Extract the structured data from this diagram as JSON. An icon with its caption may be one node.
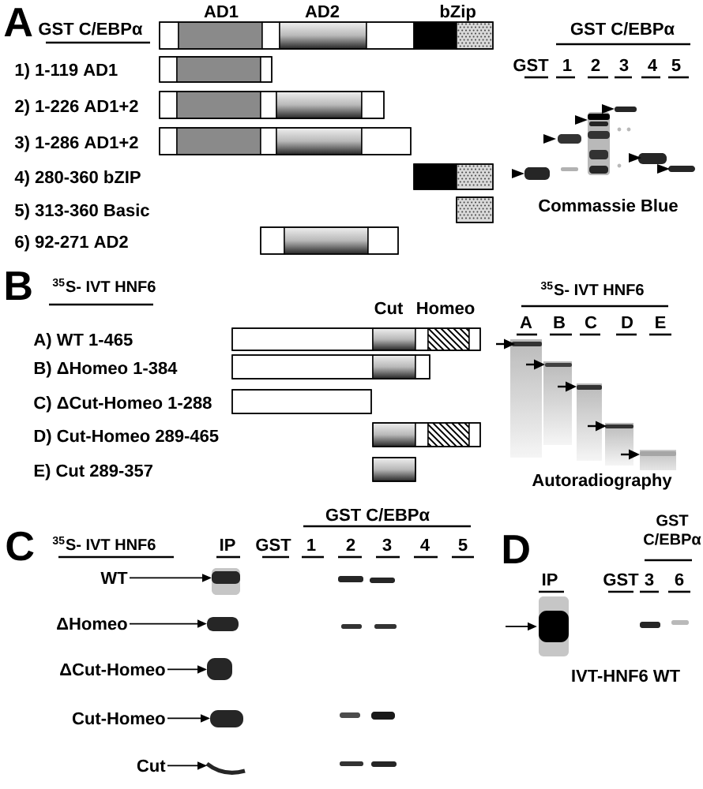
{
  "diagram": {
    "nodes": [
      {
        "text": [],
        "shape": "bar"
      },
      {
        "text": [],
        "shape": "bar"
      },
      {
        "text": [],
        "shape": "bar"
      },
      {
        "text": [],
        "shape": "bar"
      },
      {
        "text": [],
        "shape": "bar"
      },
      {
        "text": [],
        "shape": "bar"
      },
      {
        "text": [],
        "shape": "bar"
      },
      {
        "text": [],
        "shape": "bar"
      },
      {
        "text": [],
        "shape": "bar"
      },
      {
        "text": [],
        "shape": "bar"
      },
      {
        "text": [],
        "shape": "bar"
      },
      {
        "text": [],
        "shape": "bar"
      },
      {
        "text": [
          "WT"
        ]
      },
      {
        "text": [],
        "shape": "bar"
      },
      {
        "text": [
          "ΔHomeo"
        ]
      },
      {
        "text": [],
        "shape": "bar"
      },
      {
        "text": [
          "ΔCut-Homeo"
        ]
      },
      {
        "text": [],
        "shape": "bar"
      },
      {
        "text": [
          "Cut-Homeo"
        ]
      },
      {
        "text": [],
        "shape": "bar"
      },
      {
        "text": [
          "Cut"
        ]
      },
      {
        "text": [],
        "shape": "bar"
      }
    ],
    "edges": [
      {
        "from": 12,
        "to": 13,
        "arrow": "to"
      },
      {
        "from": 14,
        "to": 15,
        "arrow": "to"
      },
      {
        "from": 16,
        "to": 17,
        "arrow": "to"
      },
      {
        "from": 18,
        "to": 19,
        "arrow": "to"
      },
      {
        "from": 20,
        "to": 21,
        "arrow": "to"
      }
    ],
    "labels": [
      "A",
      "GST C/EBPα",
      "AD1",
      "AD2",
      "bZip",
      "GST C/EBPα",
      "GST",
      "1",
      "2",
      "3",
      "4",
      "5",
      "1) 1-119 AD1",
      "2) 1-226 AD1+2",
      "3) 1-286 AD1+2",
      "4) 280-360 bZIP",
      "5) 313-360 Basic",
      "Commassie Blue",
      "6) 92-271 AD2",
      "B",
      "$^{35}$S- IVT HNF6",
      "$^{35}$S- IVT HNF6",
      "Cut",
      "Homeo",
      "A",
      "B",
      "C",
      "D",
      "E",
      "A) WT 1-465",
      "B) ΔHomeo 1-384",
      "C) ΔCut-Homeo 1-288",
      "D) Cut-Homeo 289-465",
      "E) Cut 289-357",
      "Autoradiography",
      "GST C/EBPα",
      "C",
      "$^{35}$S- IVT HNF6",
      "IP",
      "GST",
      "1",
      "2",
      "3",
      "4",
      "5",
      "D",
      "GST C/EBPα",
      "IP",
      "GST",
      "3",
      "6",
      "IVT-HNF6 WT"
    ]
  }
}
